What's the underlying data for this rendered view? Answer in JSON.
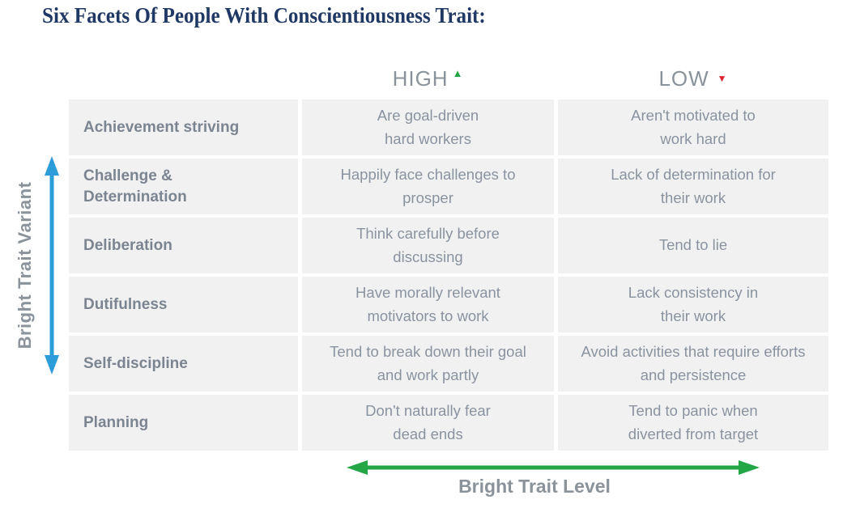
{
  "title": "Six Facets Of People With Conscientiousness Trait:",
  "headers": {
    "high": "HIGH",
    "low": "LOW",
    "up_triangle": "▲",
    "down_triangle": "▼"
  },
  "axes": {
    "vertical_label": "Bright Trait Variant",
    "horizontal_label": "Bright Trait Level"
  },
  "colors": {
    "title": "#1F3864",
    "header_text": "#8A939B",
    "facet_label_text": "#7B8591",
    "cell_text": "#8A93A0",
    "cell_background": "#F1F1F2",
    "high_triangle_green": "#22A646",
    "low_triangle_red": "#DC2430",
    "vertical_arrow_blue": "#2D9CDB",
    "horizontal_arrow_green": "#22A646"
  },
  "table": {
    "rows": [
      {
        "facet": "Achievement striving",
        "high": "Are goal-driven\nhard workers",
        "low": "Aren't motivated to\nwork hard"
      },
      {
        "facet": "Challenge &\nDetermination",
        "high": "Happily face challenges to\nprosper",
        "low": "Lack of determination for\ntheir work"
      },
      {
        "facet": "Deliberation",
        "high": "Think carefully before\ndiscussing",
        "low": "Tend to lie"
      },
      {
        "facet": "Dutifulness",
        "high": "Have morally relevant\nmotivators to work",
        "low": "Lack consistency in\ntheir work"
      },
      {
        "facet": "Self-discipline",
        "high": "Tend to break down their goal\nand work partly",
        "low": "Avoid activities that require efforts\nand persistence"
      },
      {
        "facet": "Planning",
        "high": "Don't naturally fear\ndead ends",
        "low": "Tend to panic when\ndiverted from target"
      }
    ]
  }
}
